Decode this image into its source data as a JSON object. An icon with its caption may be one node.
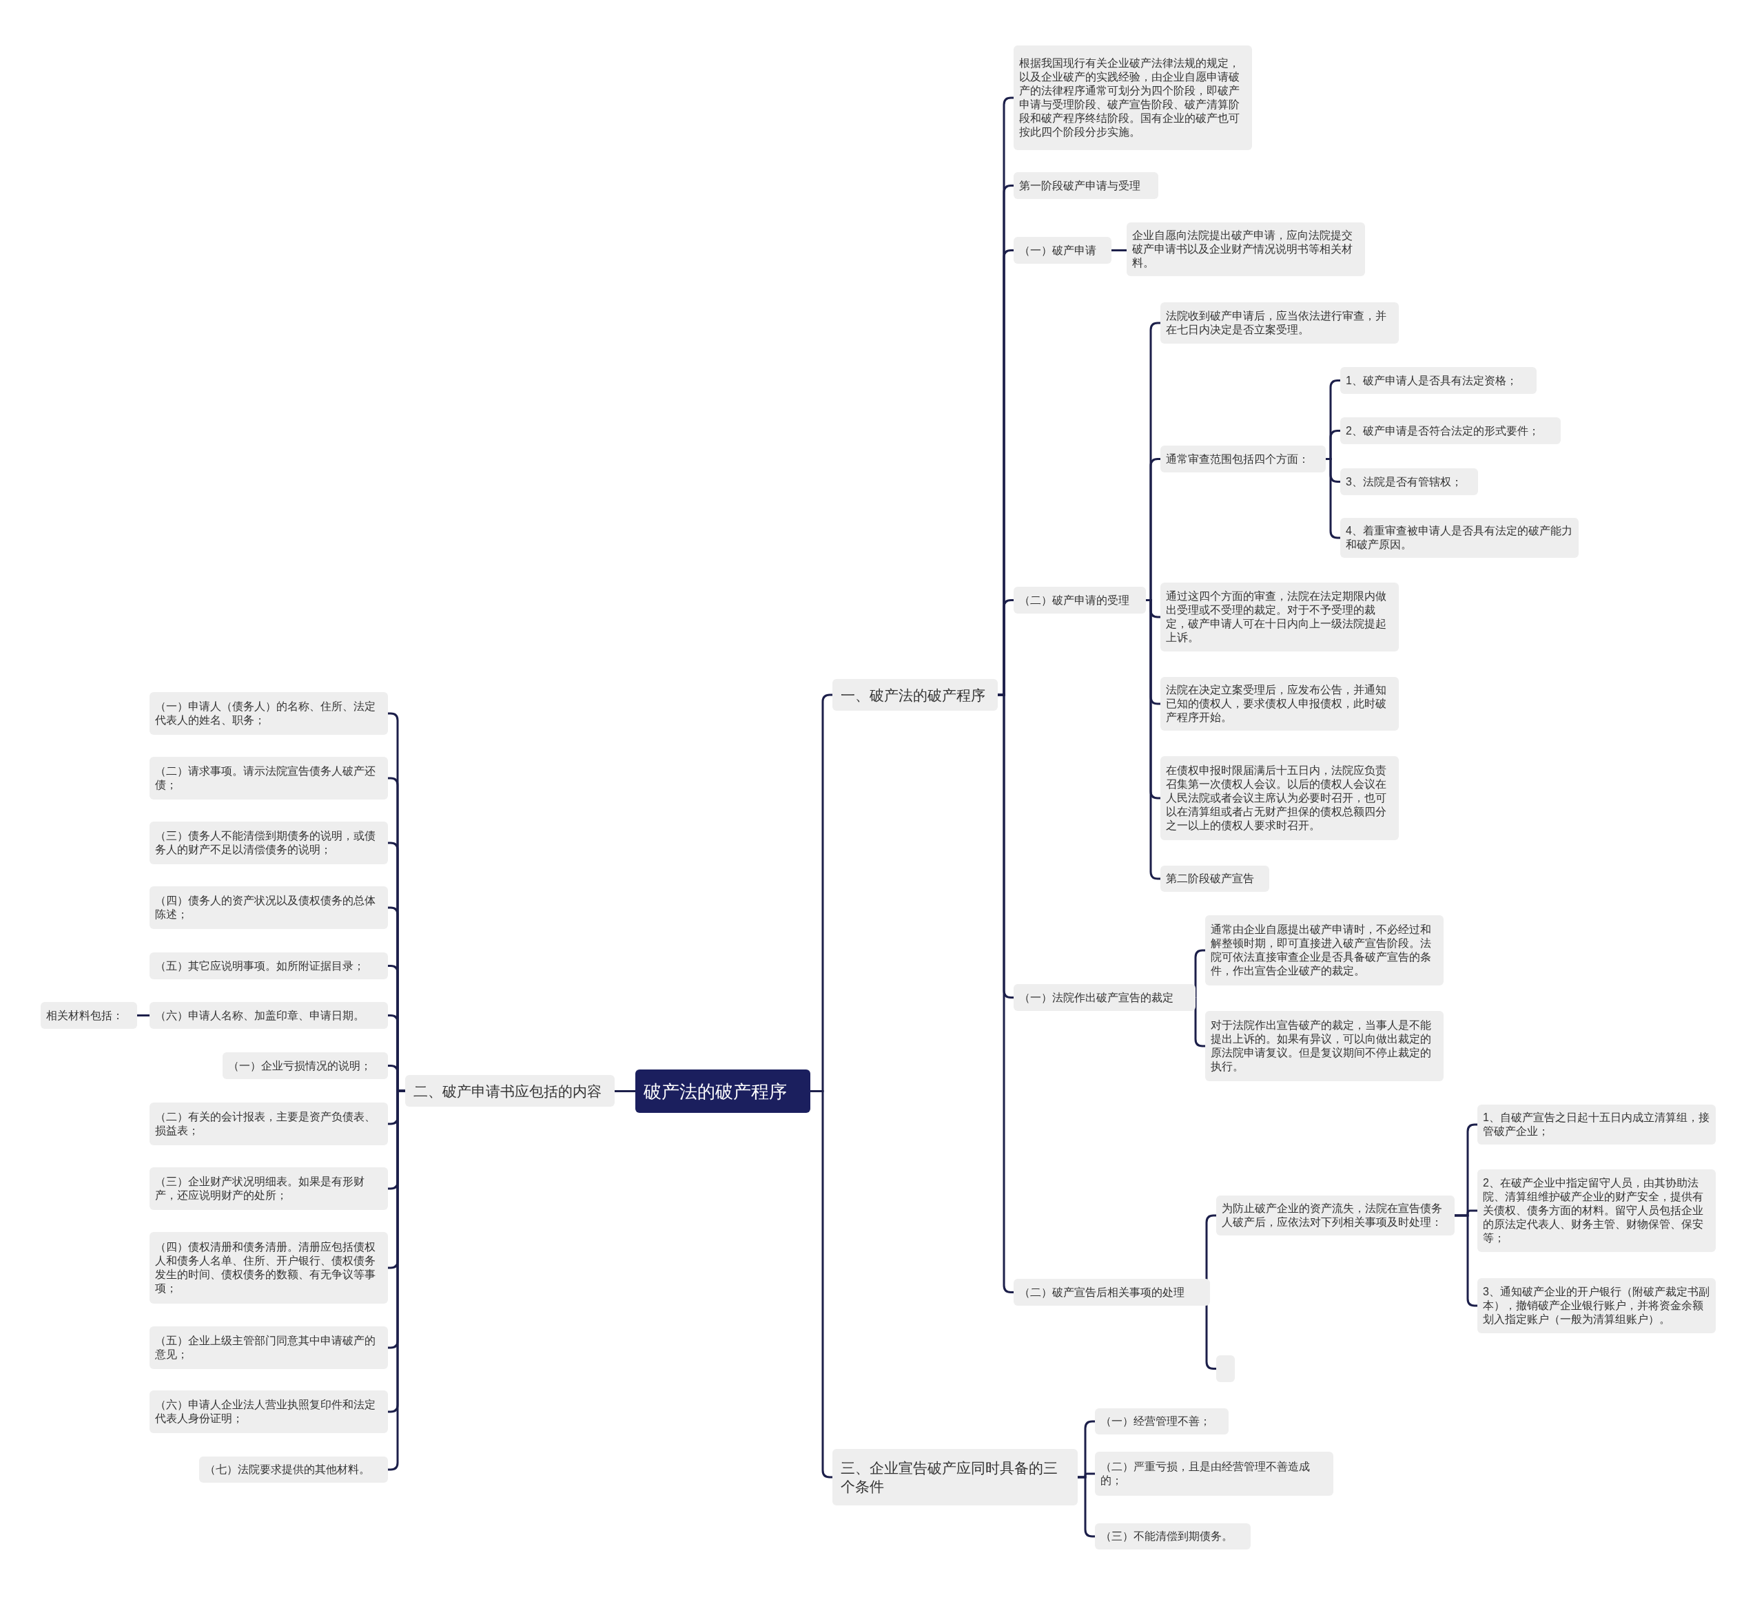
{
  "diagram": {
    "nodes": [
      {
        "text": [
          "破产法的破产程序"
        ]
      },
      {
        "text": [
          "一、破产法的破产程序"
        ]
      },
      {
        "text": [
          "根据我国现行有关企业破产法律法规的规定，以及企业破产的实践经验，由企业自愿申请破产的法律程序通常可划分为四个阶段，即破产申请与受理阶段、破产宣告阶段、破产清算阶段和破产程序终结阶段。国有企业的破产也可按此四个阶段分步实施。"
        ]
      },
      {
        "text": [
          "第一阶段破产申请与受理"
        ]
      },
      {
        "text": [
          "（一）破产申请"
        ]
      },
      {
        "text": [
          "企业自愿向法院提出破产申请，应向法院提交破产申请书以及企业财产情况说明书等相关材料。"
        ]
      },
      {
        "text": [
          "（二）破产申请的受理"
        ]
      },
      {
        "text": [
          "法院收到破产申请后，应当依法进行审查，并在七日内决定是否立案受理。"
        ]
      },
      {
        "text": [
          "通常审查范围包括四个方面："
        ]
      },
      {
        "text": [
          "1、破产申请人是否具有法定资格；"
        ]
      },
      {
        "text": [
          "2、破产申请是否符合法定的形式要件；"
        ]
      },
      {
        "text": [
          "3、法院是否有管辖权；"
        ]
      },
      {
        "text": [
          "4、着重审查被申请人是否具有法定的破产能力和破产原因。"
        ]
      },
      {
        "text": [
          "通过这四个方面的审查，法院在法定期限内做出受理或不受理的裁定。对于不予受理的裁定，破产申请人可在十日内向上一级法院提起上诉。"
        ]
      },
      {
        "text": [
          "法院在决定立案受理后，应发布公告，并通知已知的债权人，要求债权人申报债权，此时破产程序开始。"
        ]
      },
      {
        "text": [
          "在债权申报时限届满后十五日内，法院应负责召集第一次债权人会议。以后的债权人会议在人民法院或者会议主席认为必要时召开，也可以在清算组或者占无财产担保的债权总额四分之一以上的债权人要求时召开。"
        ]
      },
      {
        "text": [
          "第二阶段破产宣告"
        ]
      },
      {
        "text": [
          "（一）法院作出破产宣告的裁定"
        ]
      },
      {
        "text": [
          "通常由企业自愿提出破产申请时，不必经过和解整顿时期，即可直接进入破产宣告阶段。法院可依法直接审查企业是否具备破产宣告的条件，作出宣告企业破产的裁定。"
        ]
      },
      {
        "text": [
          "对于法院作出宣告破产的裁定，当事人是不能提出上诉的。如果有异议，可以向做出裁定的原法院申请复议。但是复议期间不停止裁定的执行。"
        ]
      },
      {
        "text": [
          "（二）破产宣告后相关事项的处理"
        ]
      },
      {
        "text": [
          "为防止破产企业的资产流失，法院在宣告债务人破产后，应依法对下列相关事项及时处理："
        ]
      },
      {
        "text": [
          "1、自破产宣告之日起十五日内成立清算组，接管破产企业；"
        ]
      },
      {
        "text": [
          "2、在破产企业中指定留守人员，由其协助法院、清算组维护破产企业的财产安全，提供有关债权、债务方面的材料。留守人员包括企业的原法定代表人、财务主管、财物保管、保安等；"
        ]
      },
      {
        "text": [
          "3、通知破产企业的开户银行（附破产裁定书副本），撤销破产企业银行账户，并将资金余额划入指定账户（一般为清算组账户）。"
        ]
      },
      {
        "text": [],
        "shape": "box"
      },
      {
        "text": [
          "三、企业宣告破产应同时具备的三个条件"
        ]
      },
      {
        "text": [
          "（一）经营管理不善；"
        ]
      },
      {
        "text": [
          "（二）严重亏损，且是由经营管理不善造成的；"
        ]
      },
      {
        "text": [
          "（三）不能清偿到期债务。"
        ]
      },
      {
        "text": [
          "二、破产申请书应包括的内容"
        ]
      },
      {
        "text": [
          "（一）申请人（债务人）的名称、住所、法定代表人的姓名、职务；"
        ]
      },
      {
        "text": [
          "（二）请求事项。请示法院宣告债务人破产还债；"
        ]
      },
      {
        "text": [
          "（三）债务人不能清偿到期债务的说明，或债务人的财产不足以清偿债务的说明；"
        ]
      },
      {
        "text": [
          "（四）债务人的资产状况以及债权债务的总体陈述；"
        ]
      },
      {
        "text": [
          "（五）其它应说明事项。如所附证据目录；"
        ]
      },
      {
        "text": [
          "（六）申请人名称、加盖印章、申请日期。"
        ]
      },
      {
        "text": [
          "相关材料包括："
        ]
      },
      {
        "text": [
          "（一）企业亏损情况的说明；"
        ]
      },
      {
        "text": [
          "（二）有关的会计报表，主要是资产负债表、损益表；"
        ]
      },
      {
        "text": [
          "（三）企业财产状况明细表。如果是有形财产，还应说明财产的处所；"
        ]
      },
      {
        "text": [
          "（四）债权清册和债务清册。清册应包括债权人和债务人名单、住所、开户银行、债权债务发生的时间、债权债务的数额、有无争议等事项；"
        ]
      },
      {
        "text": [
          "（五）企业上级主管部门同意其中申请破产的意见；"
        ]
      },
      {
        "text": [
          "（六）申请人企业法人营业执照复印件和法定代表人身份证明；"
        ]
      },
      {
        "text": [
          "（七）法院要求提供的其他材料。"
        ]
      }
    ],
    "edges": [
      {
        "from": 0,
        "to": 1,
        "arrow": "none"
      },
      {
        "from": 0,
        "to": 26,
        "arrow": "none"
      },
      {
        "from": 0,
        "to": 30,
        "arrow": "none"
      },
      {
        "from": 1,
        "to": 2,
        "arrow": "none"
      },
      {
        "from": 1,
        "to": 3,
        "arrow": "none"
      },
      {
        "from": 1,
        "to": 4,
        "arrow": "none"
      },
      {
        "from": 4,
        "to": 5,
        "arrow": "none"
      },
      {
        "from": 1,
        "to": 6,
        "arrow": "none"
      },
      {
        "from": 6,
        "to": 7,
        "arrow": "none"
      },
      {
        "from": 6,
        "to": 8,
        "arrow": "none"
      },
      {
        "from": 8,
        "to": 9,
        "arrow": "none"
      },
      {
        "from": 8,
        "to": 10,
        "arrow": "none"
      },
      {
        "from": 8,
        "to": 11,
        "arrow": "none"
      },
      {
        "from": 8,
        "to": 12,
        "arrow": "none"
      },
      {
        "from": 6,
        "to": 13,
        "arrow": "none"
      },
      {
        "from": 6,
        "to": 14,
        "arrow": "none"
      },
      {
        "from": 6,
        "to": 15,
        "arrow": "none"
      },
      {
        "from": 6,
        "to": 16,
        "arrow": "none"
      },
      {
        "from": 1,
        "to": 17,
        "arrow": "none"
      },
      {
        "from": 17,
        "to": 18,
        "arrow": "none"
      },
      {
        "from": 17,
        "to": 19,
        "arrow": "none"
      },
      {
        "from": 1,
        "to": 20,
        "arrow": "none"
      },
      {
        "from": 20,
        "to": 21,
        "arrow": "none"
      },
      {
        "from": 21,
        "to": 22,
        "arrow": "none"
      },
      {
        "from": 21,
        "to": 23,
        "arrow": "none"
      },
      {
        "from": 21,
        "to": 24,
        "arrow": "none"
      },
      {
        "from": 20,
        "to": 25,
        "arrow": "none"
      },
      {
        "from": 26,
        "to": 27,
        "arrow": "none"
      },
      {
        "from": 26,
        "to": 28,
        "arrow": "none"
      },
      {
        "from": 26,
        "to": 29,
        "arrow": "none"
      },
      {
        "from": 30,
        "to": 31,
        "arrow": "none"
      },
      {
        "from": 30,
        "to": 32,
        "arrow": "none"
      },
      {
        "from": 30,
        "to": 33,
        "arrow": "none"
      },
      {
        "from": 30,
        "to": 34,
        "arrow": "none"
      },
      {
        "from": 30,
        "to": 35,
        "arrow": "none"
      },
      {
        "from": 30,
        "to": 36,
        "arrow": "none"
      },
      {
        "from": 36,
        "to": 37,
        "arrow": "none"
      },
      {
        "from": 30,
        "to": 38,
        "arrow": "none"
      },
      {
        "from": 30,
        "to": 39,
        "arrow": "none"
      },
      {
        "from": 30,
        "to": 40,
        "arrow": "none"
      },
      {
        "from": 30,
        "to": 41,
        "arrow": "none"
      },
      {
        "from": 30,
        "to": 42,
        "arrow": "none"
      },
      {
        "from": 30,
        "to": 43,
        "arrow": "none"
      },
      {
        "from": 30,
        "to": 44,
        "arrow": "none"
      }
    ]
  }
}
